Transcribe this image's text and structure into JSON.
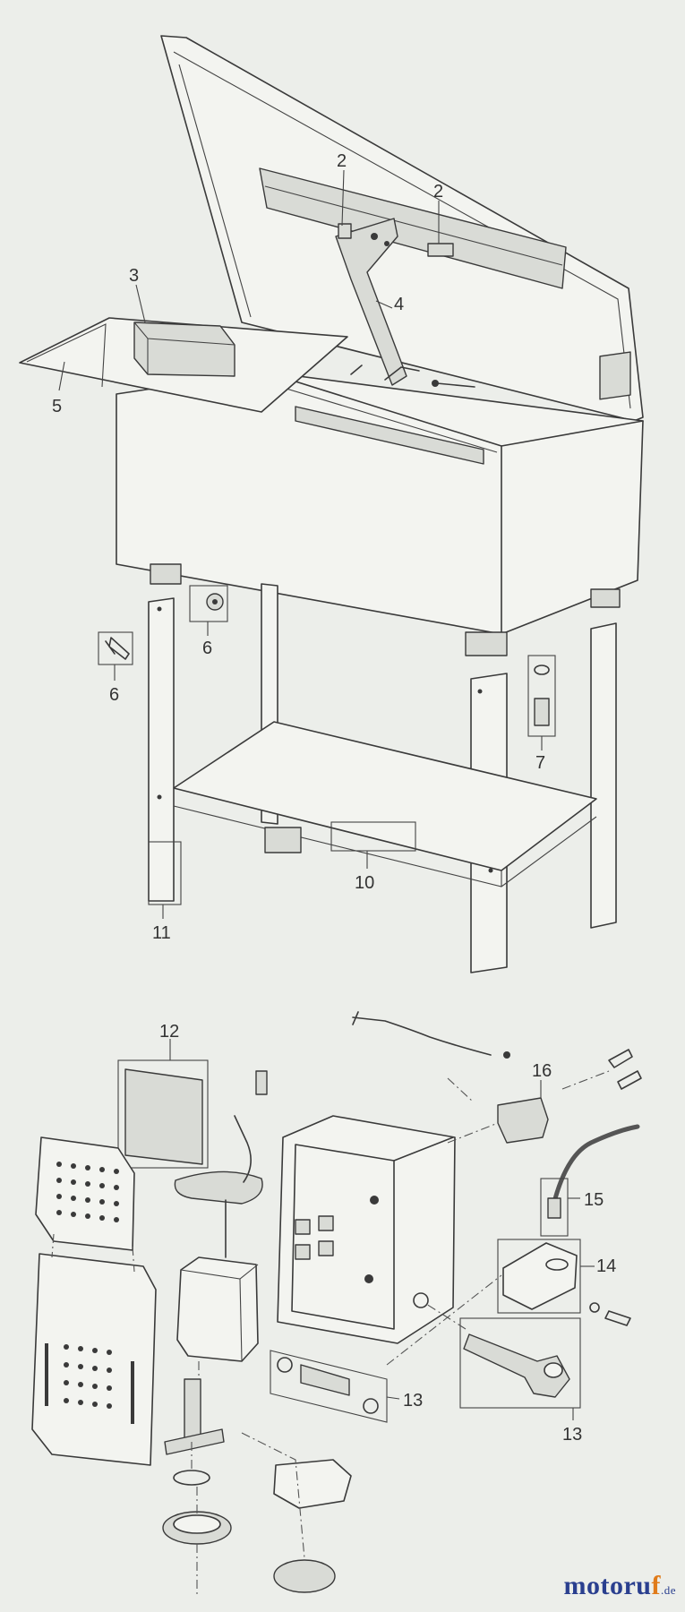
{
  "diagram": {
    "callouts": [
      "2",
      "2",
      "3",
      "4",
      "5",
      "6",
      "6",
      "7",
      "10",
      "11",
      "12",
      "13",
      "13",
      "14",
      "15",
      "16"
    ]
  },
  "brand": {
    "main": "motoru",
    "accent": "f",
    "tld": ".de",
    "colors": {
      "main": "#2a3f8f",
      "accent": "#e07b1a"
    }
  }
}
